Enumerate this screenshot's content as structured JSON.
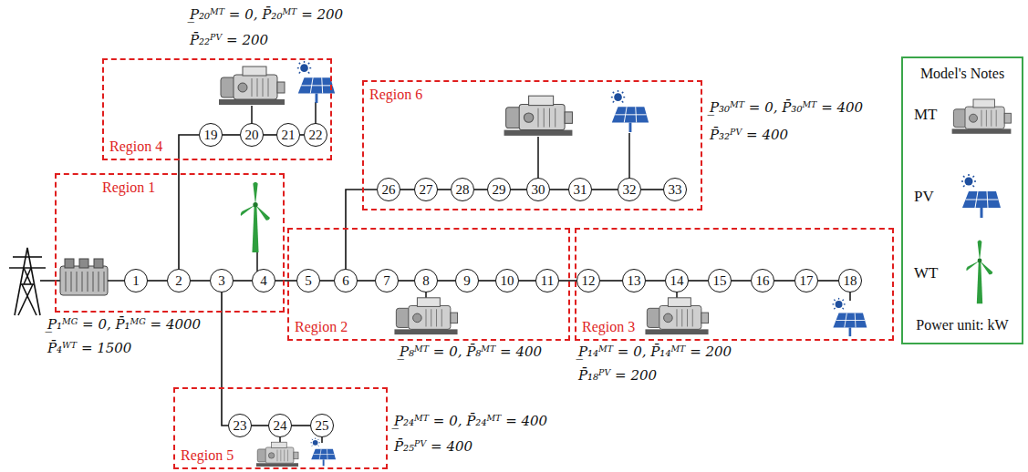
{
  "diagram": {
    "nodes": [
      {
        "text": [
          "Region 4"
        ]
      },
      {
        "text": [
          "19"
        ],
        "in": 0
      },
      {
        "text": [
          "20"
        ],
        "in": 0
      },
      {
        "text": [
          "21"
        ],
        "in": 0
      },
      {
        "text": [
          "22"
        ],
        "in": 0
      },
      {
        "text": [
          "Region 6"
        ]
      },
      {
        "text": [
          "26"
        ],
        "in": 5
      },
      {
        "text": [
          "27"
        ],
        "in": 5
      },
      {
        "text": [
          "28"
        ],
        "in": 5
      },
      {
        "text": [
          "29"
        ],
        "in": 5
      },
      {
        "text": [
          "30"
        ],
        "in": 5
      },
      {
        "text": [
          "31"
        ],
        "in": 5
      },
      {
        "text": [
          "32"
        ],
        "in": 5
      },
      {
        "text": [
          "33"
        ],
        "in": 5
      },
      {
        "text": [
          "Region 1"
        ]
      },
      {
        "text": [
          "1"
        ],
        "in": 14
      },
      {
        "text": [
          "2"
        ],
        "in": 14
      },
      {
        "text": [
          "3"
        ],
        "in": 14
      },
      {
        "text": [
          "4"
        ],
        "in": 14
      },
      {
        "text": [
          "Region 2"
        ]
      },
      {
        "text": [
          "5"
        ],
        "in": 19
      },
      {
        "text": [
          "6"
        ],
        "in": 19
      },
      {
        "text": [
          "7"
        ],
        "in": 19
      },
      {
        "text": [
          "8"
        ],
        "in": 19
      },
      {
        "text": [
          "9"
        ],
        "in": 19
      },
      {
        "text": [
          "10"
        ],
        "in": 19
      },
      {
        "text": [
          "11"
        ],
        "in": 19
      },
      {
        "text": [
          "Region 3"
        ]
      },
      {
        "text": [
          "12"
        ],
        "in": 27
      },
      {
        "text": [
          "13"
        ],
        "in": 27
      },
      {
        "text": [
          "14"
        ],
        "in": 27
      },
      {
        "text": [
          "15"
        ],
        "in": 27
      },
      {
        "text": [
          "16"
        ],
        "in": 27
      },
      {
        "text": [
          "17"
        ],
        "in": 27
      },
      {
        "text": [
          "18"
        ],
        "in": 27
      },
      {
        "text": [
          "Region 5"
        ]
      },
      {
        "text": [
          "23"
        ],
        "in": 35
      },
      {
        "text": [
          "24"
        ],
        "in": 35
      },
      {
        "text": [
          "25"
        ],
        "in": 35
      }
    ],
    "edges": [
      {
        "from": 15,
        "to": 16,
        "arrow": "none"
      },
      {
        "from": 16,
        "to": 17,
        "arrow": "none"
      },
      {
        "from": 17,
        "to": 18,
        "arrow": "none"
      },
      {
        "from": 18,
        "to": 20,
        "arrow": "none"
      },
      {
        "from": 20,
        "to": 21,
        "arrow": "none"
      },
      {
        "from": 21,
        "to": 22,
        "arrow": "none"
      },
      {
        "from": 22,
        "to": 23,
        "arrow": "none"
      },
      {
        "from": 23,
        "to": 24,
        "arrow": "none"
      },
      {
        "from": 24,
        "to": 25,
        "arrow": "none"
      },
      {
        "from": 25,
        "to": 26,
        "arrow": "none"
      },
      {
        "from": 26,
        "to": 28,
        "arrow": "none"
      },
      {
        "from": 28,
        "to": 29,
        "arrow": "none"
      },
      {
        "from": 29,
        "to": 30,
        "arrow": "none"
      },
      {
        "from": 30,
        "to": 31,
        "arrow": "none"
      },
      {
        "from": 31,
        "to": 32,
        "arrow": "none"
      },
      {
        "from": 32,
        "to": 33,
        "arrow": "none"
      },
      {
        "from": 33,
        "to": 34,
        "arrow": "none"
      },
      {
        "from": 16,
        "to": 1,
        "arrow": "none"
      },
      {
        "from": 1,
        "to": 2,
        "arrow": "none"
      },
      {
        "from": 2,
        "to": 3,
        "arrow": "none"
      },
      {
        "from": 3,
        "to": 4,
        "arrow": "none"
      },
      {
        "from": 17,
        "to": 36,
        "arrow": "none"
      },
      {
        "from": 36,
        "to": 37,
        "arrow": "none"
      },
      {
        "from": 37,
        "to": 38,
        "arrow": "none"
      },
      {
        "from": 21,
        "to": 6,
        "arrow": "none"
      },
      {
        "from": 6,
        "to": 7,
        "arrow": "none"
      },
      {
        "from": 7,
        "to": 8,
        "arrow": "none"
      },
      {
        "from": 8,
        "to": 9,
        "arrow": "none"
      },
      {
        "from": 9,
        "to": 10,
        "arrow": "none"
      },
      {
        "from": 10,
        "to": 11,
        "arrow": "none"
      },
      {
        "from": 11,
        "to": 12,
        "arrow": "none"
      },
      {
        "from": 12,
        "to": 13,
        "arrow": "none"
      }
    ],
    "labels": [
      "P̲₂₀ᴹᵀ = 0, P̄₂₀ᴹᵀ = 200",
      "P̄₂₂ᴾⱽ = 200",
      "P̲₃₀ᴹᵀ = 0, P̄₃₀ᴹᵀ = 400",
      "P̄₃₂ᴾⱽ = 400",
      "P̲₁ᴹᴳ = 0, P̄₁ᴹᴳ = 4000",
      "P̄₄ᵂᵀ = 1500",
      "P̲₈ᴹᵀ = 0, P̄₈ᴹᵀ = 400",
      "P̲₁₄ᴹᵀ = 0, P̄₁₄ᴹᵀ = 200",
      "P̄₁₈ᴾⱽ = 200",
      "P̲₂₄ᴹᵀ = 0, P̄₂₄ᴹᵀ = 400",
      "P̄₂₅ᴾⱽ = 400",
      "Model's Notes",
      "Power unit: kW"
    ],
    "legend": [
      {
        "text": "MT"
      },
      {
        "text": "PV"
      },
      {
        "text": "WT"
      }
    ]
  }
}
